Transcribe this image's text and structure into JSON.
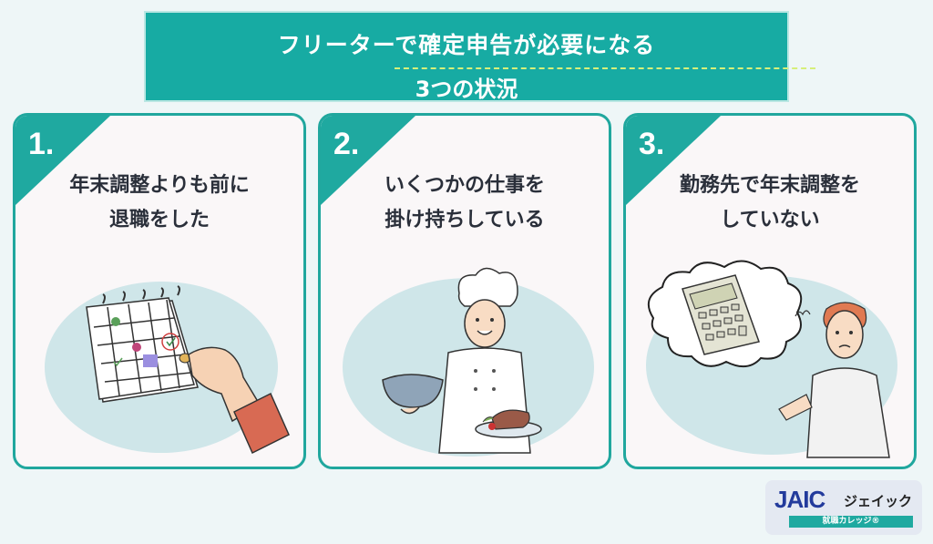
{
  "banner": {
    "title_line1": "フリーターで確定申告が必要になる",
    "title_line2": "3つの状況",
    "background_color": "#17aba3",
    "divider_color": "#d6ef7a"
  },
  "cards": [
    {
      "number": "1.",
      "title_line1": "年末調整よりも前に",
      "title_line2": "退職をした",
      "illustration": "calendar-hand-pin-icon"
    },
    {
      "number": "2.",
      "title_line1": "いくつかの仕事を",
      "title_line2": "掛け持ちしている",
      "illustration": "chef-with-steak-icon"
    },
    {
      "number": "3.",
      "title_line1": "勤務先で年末調整を",
      "title_line2": "していない",
      "illustration": "worried-man-calculator-icon"
    }
  ],
  "logo": {
    "brand": "JAIC",
    "kana": "ジェイック",
    "subtitle": "就職カレッジ®"
  },
  "colors": {
    "accent": "#1fa9a0",
    "page_background": "#eef6f7",
    "card_background": "#faf7f8",
    "illustration_blob": "#cfe6e9",
    "text_dark": "#2a2f3a"
  }
}
